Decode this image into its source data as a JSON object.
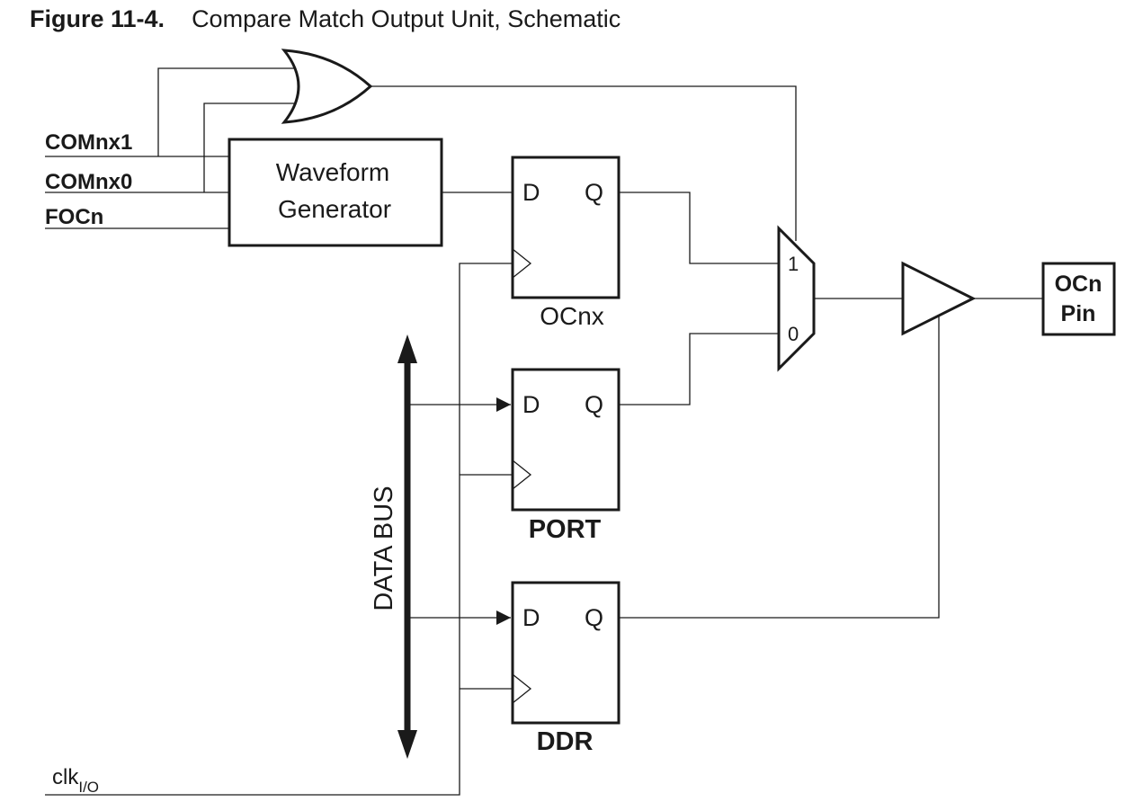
{
  "figure": {
    "number": "Figure 11-4.",
    "caption": "Compare Match Output Unit, Schematic"
  },
  "inputs": {
    "comnx1": "COMnx1",
    "comnx0": "COMnx0",
    "focn": "FOCn",
    "clk_main": "clk",
    "clk_sub": "I/O"
  },
  "blocks": {
    "waveform_line1": "Waveform",
    "waveform_line2": "Generator",
    "ocnx": "OCnx",
    "port": "PORT",
    "ddr": "DDR"
  },
  "flipflop": {
    "d": "D",
    "q": "Q"
  },
  "mux": {
    "input1": "1",
    "input0": "0"
  },
  "bus": {
    "label": "DATA BUS"
  },
  "output": {
    "line1": "OCn",
    "line2": "Pin"
  }
}
